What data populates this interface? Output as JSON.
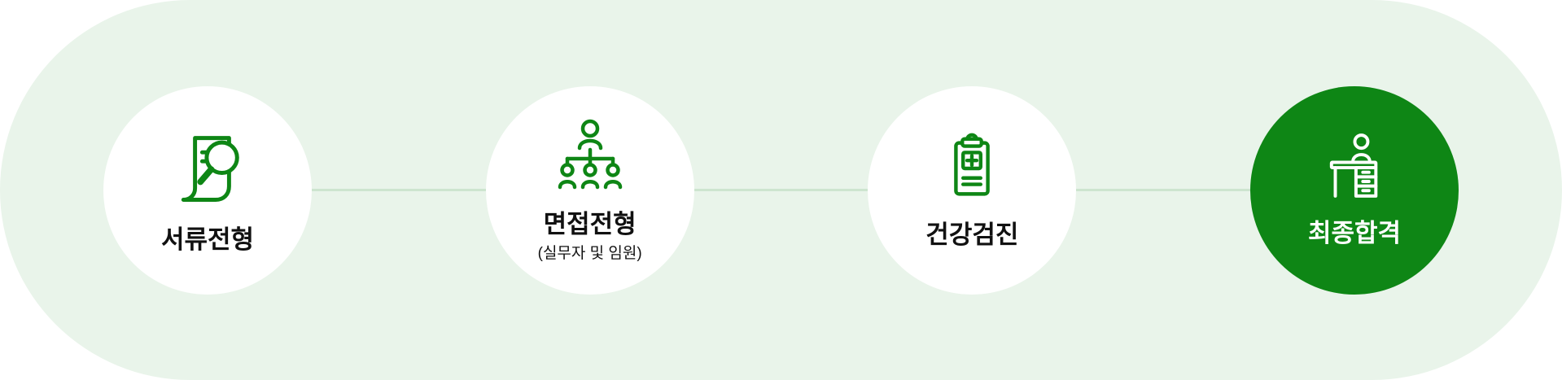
{
  "colors": {
    "background": "#e9f4ea",
    "accent": "#0e8615",
    "circle": "#ffffff",
    "connector": "#cde5cf",
    "text": "#111111",
    "highlight_text": "#ffffff"
  },
  "steps": [
    {
      "label": "서류전형",
      "icon": "document-search-icon",
      "highlighted": false
    },
    {
      "label": "면접전형",
      "sublabel": "(실무자 및 임원)",
      "icon": "org-chart-icon",
      "highlighted": false
    },
    {
      "label": "건강검진",
      "icon": "medical-clipboard-icon",
      "highlighted": false
    },
    {
      "label": "최종합격",
      "icon": "person-at-desk-icon",
      "highlighted": true
    }
  ]
}
